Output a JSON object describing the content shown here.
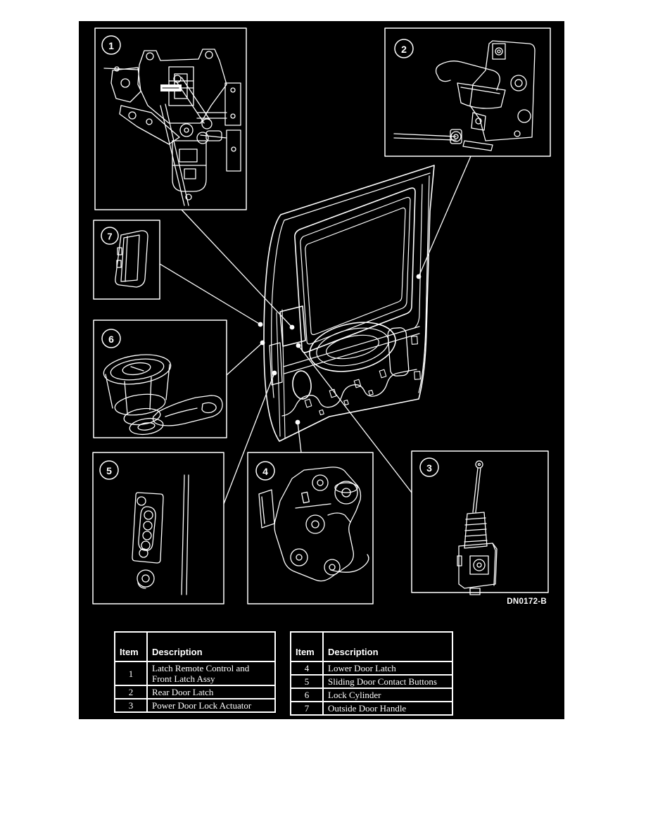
{
  "figure": {
    "code_label": "DN0172-B"
  },
  "callouts": [
    "1",
    "2",
    "3",
    "4",
    "5",
    "6",
    "7"
  ],
  "tables": [
    {
      "headers": {
        "item": "Item",
        "description": "Description"
      },
      "rows": [
        {
          "item": "1",
          "description": "Latch Remote Control and Front Latch Assy"
        },
        {
          "item": "2",
          "description": "Rear Door Latch"
        },
        {
          "item": "3",
          "description": "Power Door Lock Actuator"
        }
      ]
    },
    {
      "headers": {
        "item": "Item",
        "description": "Description"
      },
      "rows": [
        {
          "item": "4",
          "description": "Lower Door Latch"
        },
        {
          "item": "5",
          "description": "Sliding Door Contact Buttons"
        },
        {
          "item": "6",
          "description": "Lock Cylinder"
        },
        {
          "item": "7",
          "description": "Outside Door Handle"
        }
      ]
    }
  ],
  "colors": {
    "page_background": "#ffffff",
    "diagram_background": "#000000",
    "line_art": "#ffffff"
  }
}
